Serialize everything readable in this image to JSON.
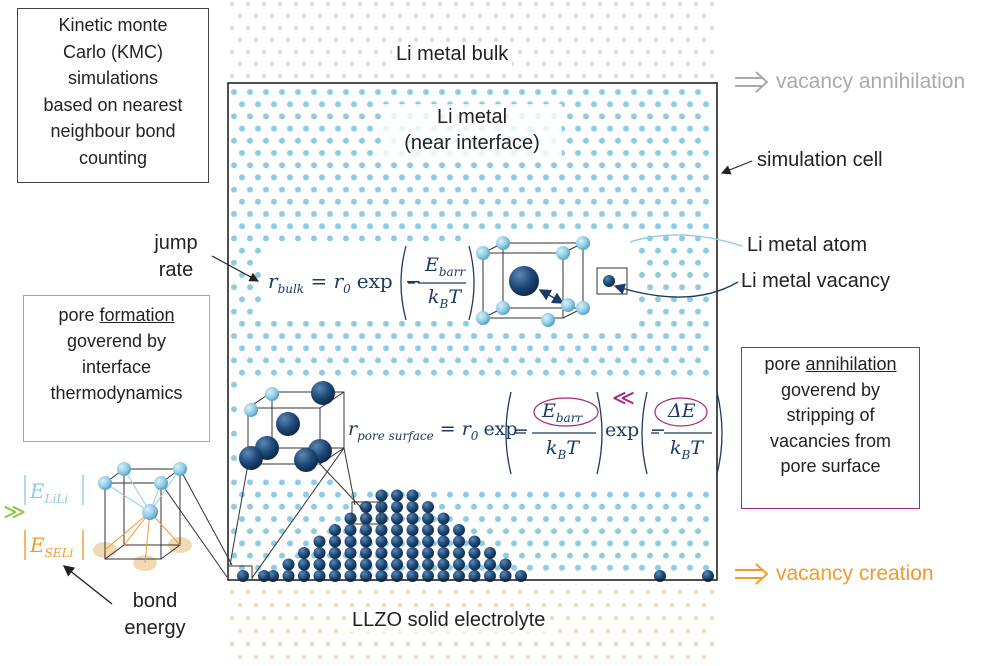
{
  "colors": {
    "frame": "#222222",
    "li_atom": "#8ecbe6",
    "li_atom_dark": "#5aa9cf",
    "vacancy": "#153e66",
    "green_box": "#8dc63f",
    "magenta_box": "#a3267d",
    "orange": "#f29a2e",
    "gray_arrow": "#a9a9a9",
    "sand": "#f2d9b5",
    "math": "#1c3a63"
  },
  "labels": {
    "kmc_box": [
      "Kinetic monte",
      "Carlo (KMC)",
      "simulations",
      "based on nearest",
      "neighbour bond",
      "counting"
    ],
    "li_bulk": "Li metal bulk",
    "li_near": [
      "Li metal",
      "(near interface)"
    ],
    "vacancy_annihilation": "vacancy annihilation",
    "simulation_cell": "simulation cell",
    "jump_rate": [
      "jump",
      "rate"
    ],
    "li_metal_atom": "Li metal atom",
    "li_metal_vacancy": "Li metal vacancy",
    "pore_formation": [
      "pore ",
      "formation",
      "goverend by",
      "interface",
      "thermodynamics"
    ],
    "pore_annihilation": [
      "pore ",
      "annihilation",
      "goverend by",
      "stripping of",
      "vacancies from",
      "pore surface"
    ],
    "vacancy_creation": "vacancy creation",
    "llzo": "LLZO solid electrolyte",
    "bond_energy": [
      "bond",
      "energy"
    ]
  },
  "equations": {
    "r_bulk": {
      "lhs": "r",
      "lhs_sub": "bulk",
      "eq": "= r",
      "eq_sub": "0",
      "exp": "exp",
      "num": "E",
      "num_sub": "barr",
      "den": "k",
      "den_sub": "B",
      "den_tail": "T",
      "minus": "−"
    },
    "r_pore": {
      "lhs": "r",
      "lhs_sub": "pore surface",
      "eq": "= r",
      "eq_sub": "0",
      "exp": "exp",
      "num1": "E",
      "num1_sub": "barr",
      "den": "k",
      "den_sub": "B",
      "den_tail": "T",
      "minus": "−",
      "num2": "ΔE"
    },
    "e_lili": {
      "main": "E",
      "sub": "LiLi"
    },
    "e_seli": {
      "main": "E",
      "sub": "SELi"
    },
    "arrow_ll": "≪",
    "arrow_gg": "≫",
    "implies": "⇒"
  }
}
